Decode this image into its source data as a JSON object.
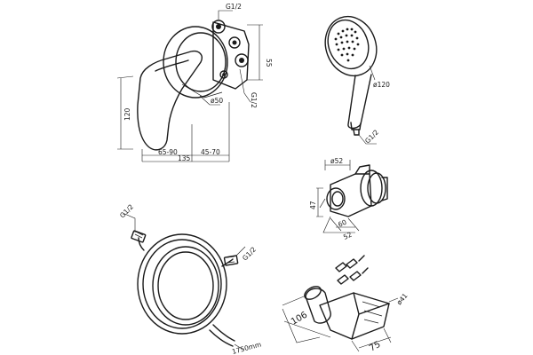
{
  "mixer": {
    "thread_top": "G1/2",
    "dim_55": "55",
    "dim_120": "120",
    "dim_135": "135",
    "dim_65_90": "65-90",
    "dim_45_70": "45-70",
    "dim_d50": "ø50",
    "thread_side": "G1/2"
  },
  "shower_head": {
    "dim_d120": "ø120",
    "thread": "G1/2"
  },
  "wall_connector": {
    "dim_a": "ø52",
    "dim_b": "47",
    "dim_c": "60",
    "dim_d": "52"
  },
  "hose": {
    "thread_left": "G1/2",
    "thread_right": "G1/2",
    "length": "1750mm"
  },
  "holder": {
    "dim_106": "106",
    "dim_75": "75",
    "dim_41": "ø41"
  }
}
